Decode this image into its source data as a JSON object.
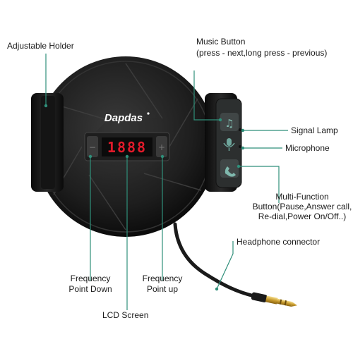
{
  "brand": {
    "logo_text": "Dapdas"
  },
  "lcd": {
    "display": "1888"
  },
  "labels": {
    "adjustable_holder": "Adjustable Holder",
    "music_button": [
      "Music Button",
      "(press - next,long press - previous)"
    ],
    "signal_lamp": "Signal Lamp",
    "microphone": "Microphone",
    "multi_function": [
      "Multi-Function",
      "Button(Pause,Answer call,",
      "Re-dial,Power On/Off..)"
    ],
    "headphone_connector": "Headphone connector",
    "frequency_down": [
      "Frequency",
      "Point Down"
    ],
    "frequency_up": [
      "Frequency",
      "Point up"
    ],
    "lcd_screen": "LCD Screen"
  },
  "icons": [
    "music-note-icon",
    "signal-lamp-icon",
    "microphone-icon",
    "phone-icon",
    "minus-icon",
    "plus-icon"
  ],
  "colors": {
    "body": "#1c1c1c",
    "callout_line": "#2f8f7a",
    "lcd_text": "#e01a2a",
    "label_text": "#1a1a1a"
  }
}
